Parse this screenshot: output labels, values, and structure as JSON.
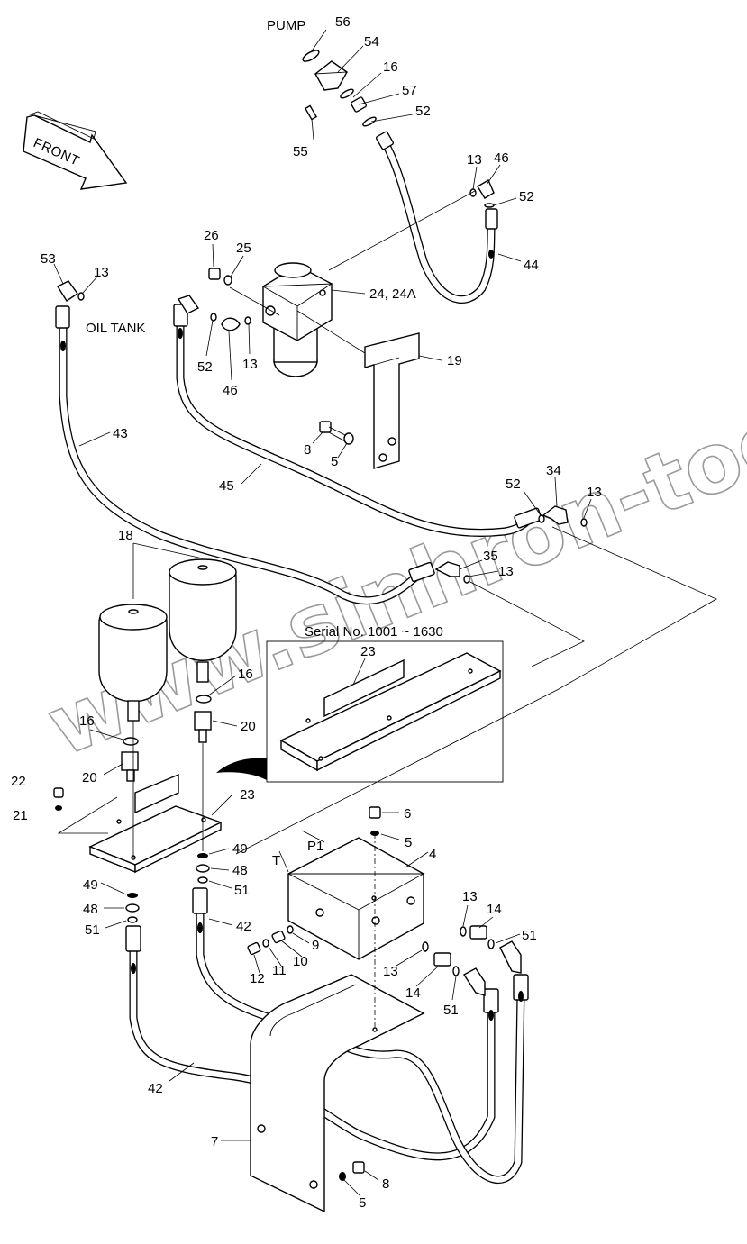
{
  "notes": {
    "front": "FRONT",
    "pump": "PUMP",
    "oil_tank": "OIL TANK",
    "serial": "Serial No. 1001 ~ 1630",
    "port_t": "T",
    "port_p1": "P1"
  },
  "watermark": "www.sinhron-too.kz",
  "callouts": {
    "c56": "56",
    "c54": "54",
    "c16a": "16",
    "c57": "57",
    "c52a": "52",
    "c55": "55",
    "c13a": "13",
    "c46a": "46",
    "c52b": "52",
    "c44": "44",
    "c53": "53",
    "c13b": "13",
    "c26": "26",
    "c25": "25",
    "c24": "24, 24A",
    "c52c": "52",
    "c13c": "13",
    "c46b": "46",
    "c19": "19",
    "c43": "43",
    "c8a": "8",
    "c5a": "5",
    "c45": "45",
    "c34": "34",
    "c52d": "52",
    "c13d": "13",
    "c35": "35",
    "c13e": "13",
    "c18": "18",
    "c23a": "23",
    "c16b": "16",
    "c16c": "16",
    "c20a": "20",
    "c20b": "20",
    "c22": "22",
    "c21": "21",
    "c23b": "23",
    "c6": "6",
    "c5b": "5",
    "c4": "4",
    "c49a": "49",
    "c48a": "48",
    "c51a": "51",
    "c49b": "49",
    "c48b": "48",
    "c51b": "51",
    "c42a": "42",
    "c9": "9",
    "c10": "10",
    "c11": "11",
    "c12": "12",
    "c13f": "13",
    "c14a": "14",
    "c51c": "51",
    "c13g": "13",
    "c14b": "14",
    "c51d": "51",
    "c42b": "42",
    "c7": "7",
    "c8b": "8",
    "c5c": "5"
  }
}
